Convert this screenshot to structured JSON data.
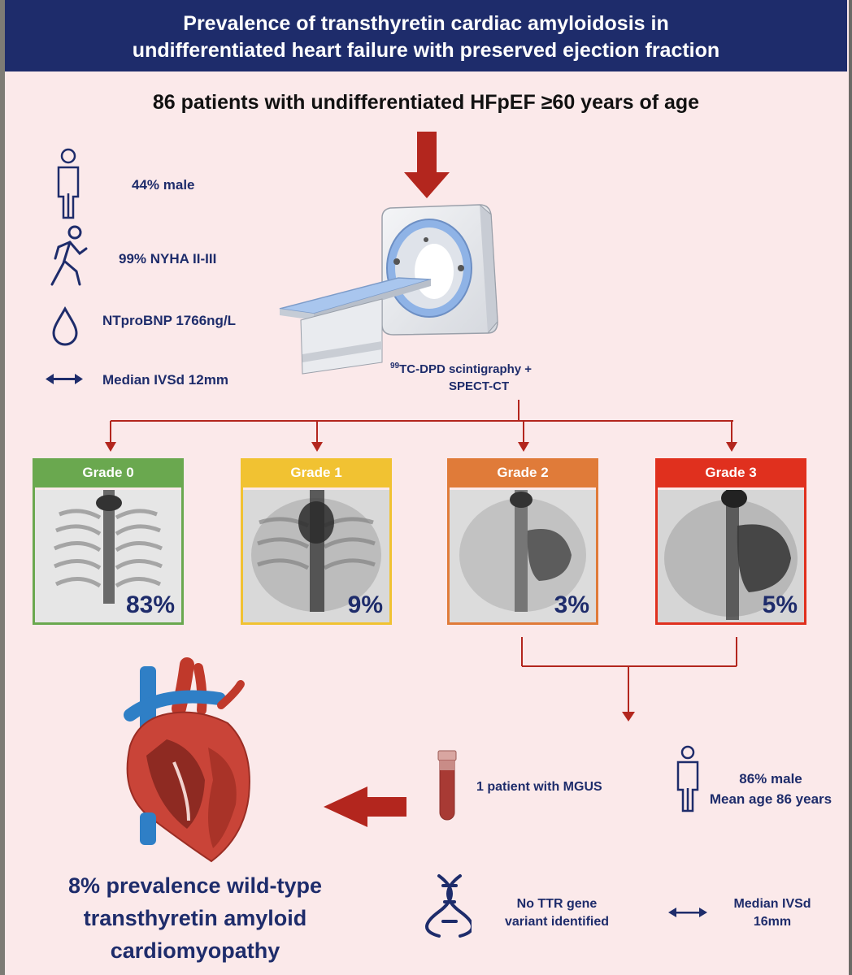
{
  "title": {
    "line1": "Prevalence of transthyretin cardiac amyloidosis in",
    "line2": "undifferentiated heart failure with preserved ejection fraction"
  },
  "population": "86 patients with undifferentiated HFpEF ≥60 years of age",
  "baseline": [
    {
      "icon": "person-icon",
      "text": "44% male"
    },
    {
      "icon": "walking-person-icon",
      "text": "99% NYHA II-III"
    },
    {
      "icon": "droplet-icon",
      "text": "NTproBNP 1766ng/L"
    },
    {
      "icon": "double-arrow-icon",
      "text": "Median IVSd 12mm"
    }
  ],
  "scan_label": {
    "superscript": "99",
    "line1": "TC-DPD scintigraphy +",
    "line2": "SPECT-CT"
  },
  "grades": [
    {
      "label": "Grade 0",
      "percent": "83%",
      "color": "#6aa84f"
    },
    {
      "label": "Grade 1",
      "percent": "9%",
      "color": "#f1c232"
    },
    {
      "label": "Grade 2",
      "percent": "3%",
      "color": "#e07b39"
    },
    {
      "label": "Grade 3",
      "percent": "5%",
      "color": "#e0301e"
    }
  ],
  "mgus": "1 patient with MGUS",
  "cohort": {
    "line1": "86% male",
    "line2": "Mean age 86 years"
  },
  "gene": {
    "line1": "No TTR gene",
    "line2": "variant identified"
  },
  "ivsd": {
    "line1": "Median IVSd",
    "line2": "16mm"
  },
  "conclusion": {
    "line1": "8% prevalence wild-type",
    "line2": "transthyretin amyloid",
    "line3": "cardiomyopathy"
  },
  "colors": {
    "navy": "#1e2c6b",
    "arrow_red": "#b3261e",
    "background": "#fbe9ea"
  }
}
